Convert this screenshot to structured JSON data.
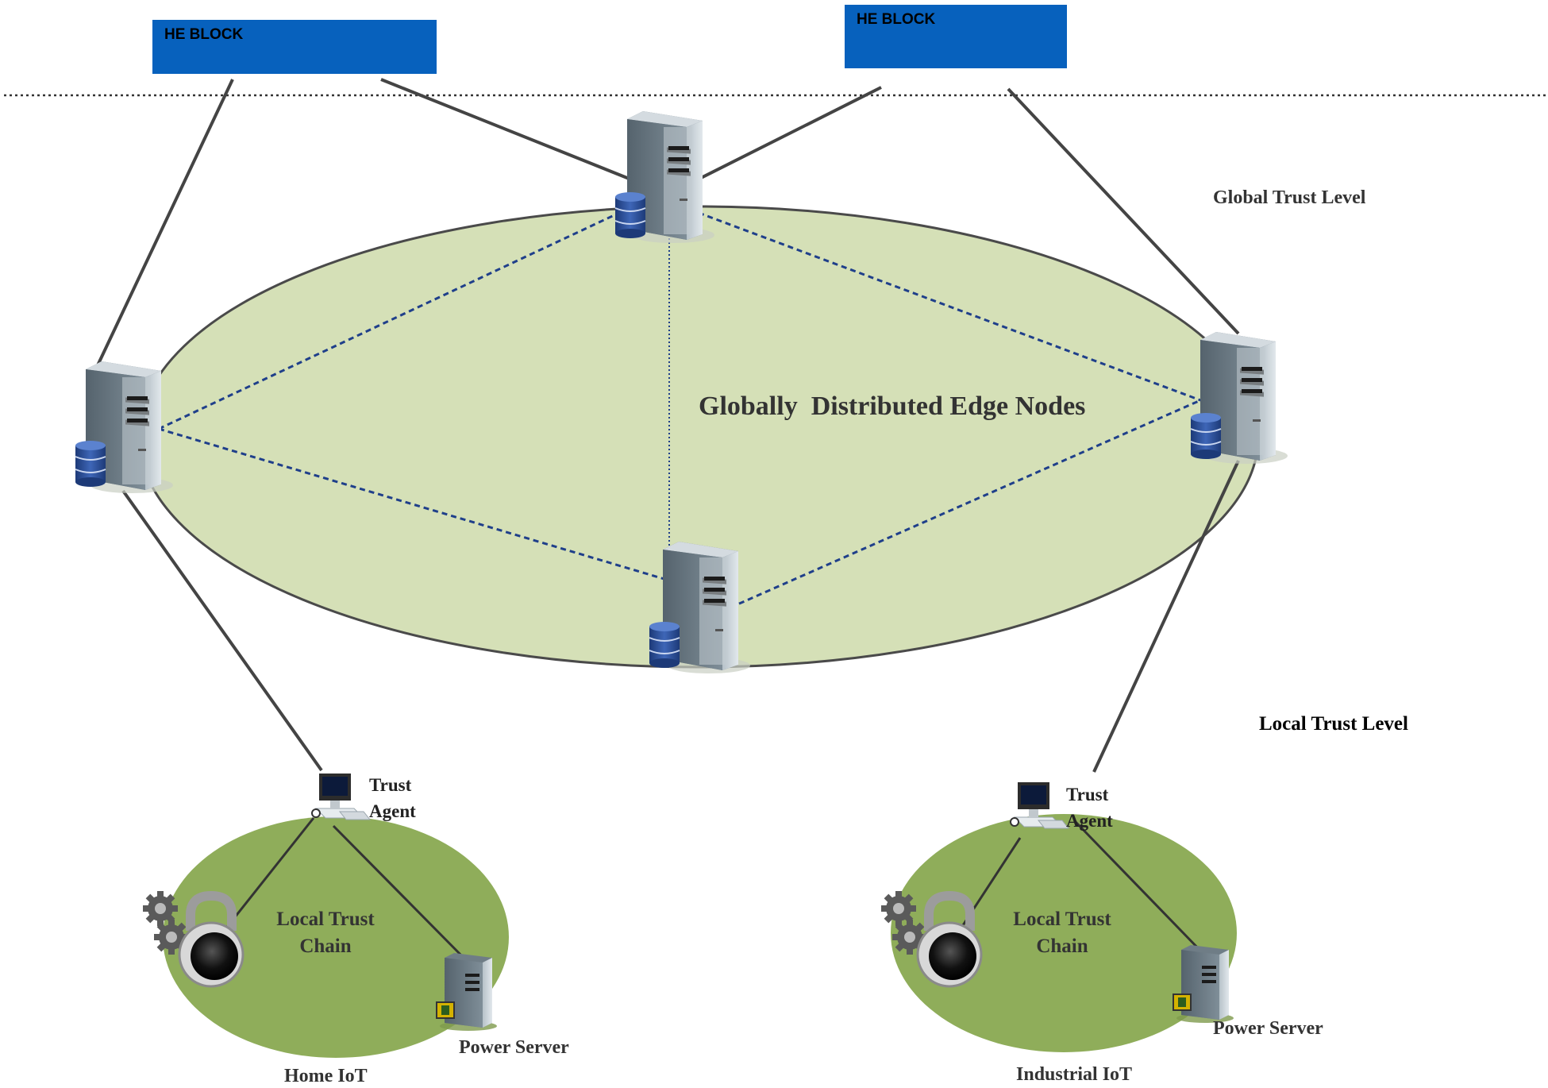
{
  "he_blocks": [
    {
      "label": "HE BLOCK"
    },
    {
      "label": "HE BLOCK"
    }
  ],
  "labels": {
    "global_trust_level": "Global Trust Level",
    "local_trust_level": "Local Trust Level",
    "global_nodes_title": "Globally  Distributed Edge Nodes"
  },
  "local_chains": [
    {
      "title_line1": "Local Trust",
      "title_line2": "Chain",
      "trust_agent_line1": "Trust",
      "trust_agent_line2": "Agent",
      "power_server": "Power Server",
      "caption": "Home IoT"
    },
    {
      "title_line1": "Local Trust",
      "title_line2": "Chain",
      "trust_agent_line1": "Trust",
      "trust_agent_line2": "Agent",
      "power_server": "Power Server",
      "caption": "Industrial IoT"
    }
  ],
  "colors": {
    "he_block": "#0761bd",
    "global_ellipse": "#d5e0b7",
    "local_ellipse": "#8fad5a",
    "dashed_link": "#1f3f8a",
    "server_body": "#7f8e98"
  }
}
